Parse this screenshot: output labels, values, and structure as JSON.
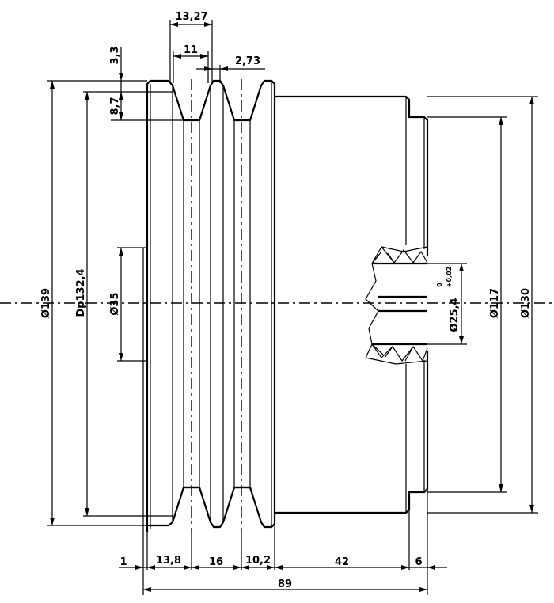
{
  "drawing": {
    "title": "V-belt pulley with taper hub — sectional drawing",
    "line_color": "#000000",
    "background": "#ffffff"
  },
  "dimensions": {
    "top": {
      "groove_pitch": "13,27",
      "groove_top_width": "11",
      "groove_gap": "2,73"
    },
    "left": {
      "rim_top_offset": "3,3",
      "groove_depth": "8,7",
      "outer_diameter": "Ø139",
      "pitch_diameter": "Dp132,4",
      "hub_bore_left": "Ø35"
    },
    "right": {
      "bore": "Ø25,4",
      "bore_tol_upper": "+0,02",
      "bore_tol_lower": "0",
      "hub_diameter": "Ø117",
      "body_diameter": "Ø130"
    },
    "bottom": {
      "chain": [
        "1",
        "13,8",
        "16",
        "10,2",
        "42",
        "6"
      ],
      "overall_length": "89"
    }
  }
}
